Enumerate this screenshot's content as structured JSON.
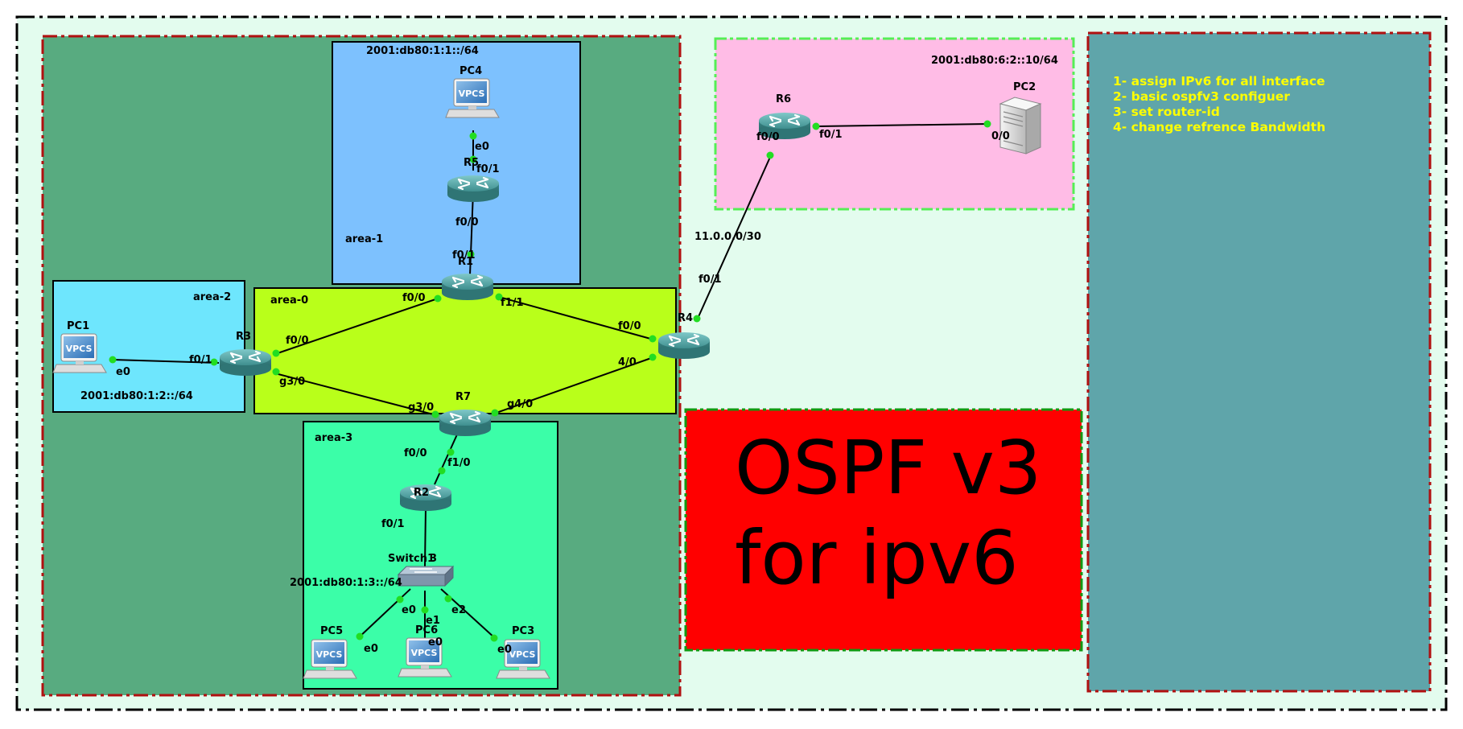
{
  "title_lines": [
    "OSPF v3",
    "for ipv6"
  ],
  "notes": [
    "1- assign IPv6 for all interface",
    "2- basic ospfv3 configuer",
    "3- set router-id",
    "4-  change refrence Bandwidth"
  ],
  "areas": {
    "area0": "area-0",
    "area1": "area-1",
    "area2": "area-2",
    "area3": "area-3"
  },
  "subnets": {
    "area1": "2001:db80:1:1::/64",
    "area2": "2001:db80:1:2::/64",
    "area3": "2001:db80:1:3::/64",
    "r6_lan": "2001:db80:6:2::10/64",
    "r4_r6": "11.0.0.0/30"
  },
  "nodes": {
    "R1": "R1",
    "R2": "R2",
    "R3": "R3",
    "R4": "R4",
    "R5": "R5",
    "R6": "R6",
    "R7": "R7",
    "PC1": "PC1",
    "PC2": "PC2",
    "PC3": "PC3",
    "PC4": "PC4",
    "PC5": "PC5",
    "PC6": "PC6",
    "Switch1": "Switch1",
    "switch_tag": "3",
    "vpcs": "VPCS"
  },
  "ports": {
    "pc4_e0": "e0",
    "r5_f01": "f0/1",
    "r5_f00": "f0/0",
    "r1_f01": "f0/1",
    "r1_f00": "f0/0",
    "r1_f11": "f1/1",
    "r3_f00": "f0/0",
    "r3_f01": "f0/1",
    "r3_g30": "g3/0",
    "pc1_e0": "e0",
    "r4_f00": "f0/0",
    "r4_40": "4/0",
    "r4_f01": "f0/1",
    "r7_g30": "g3/0",
    "r7_g40": "g4/0",
    "r7_f00": "f0/0",
    "r2_f10": "f1/0",
    "r2_f01": "f0/1",
    "sw_e0": "e0",
    "sw_e1": "e1",
    "sw_e2": "e2",
    "pc5_e0": "e0",
    "pc6_e0": "e0",
    "pc3_e0": "e0",
    "r6_f00": "f0/0",
    "r6_f01": "f0/1",
    "pc2_00": "0/0"
  },
  "colors": {
    "outer_bg": "#e3fcee",
    "left_zone": "#58ab80",
    "area0": "#b9ff1a",
    "area1": "#7dc1fe",
    "area2": "#6ee6fd",
    "area3": "#3bfea8",
    "pink_zone": "#ffbce6",
    "title_box": "#ff0000",
    "notes_panel": "#5fa5aa",
    "router": "#3f8f8f",
    "link_dot": "#22dd22",
    "note_text": "#ffff00"
  }
}
